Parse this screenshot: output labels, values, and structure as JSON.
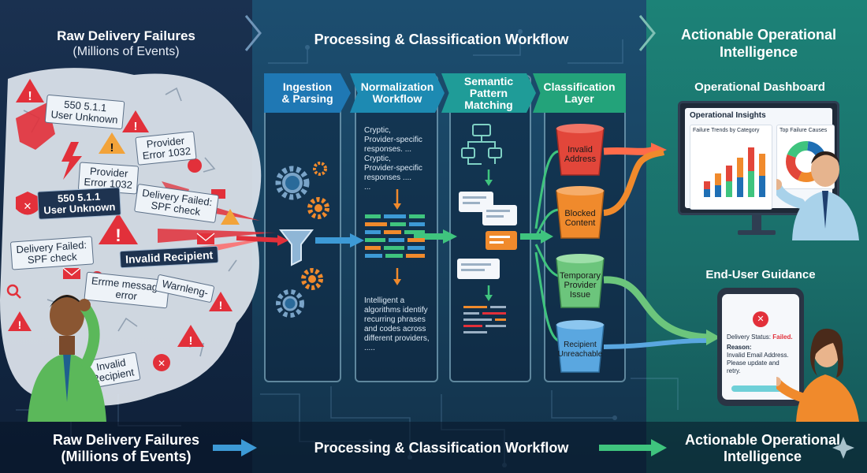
{
  "header": {
    "left_title": "Raw Delivery Failures",
    "left_subtitle": "(Millions of Events)",
    "mid_title": "Processing & Classification Workflow",
    "right_title_l1": "Actionable Operational",
    "right_title_l2": "Intelligence"
  },
  "stages": [
    {
      "label_l1": "Ingestion",
      "label_l2": "& Parsing"
    },
    {
      "label_l1": "Normalization",
      "label_l2": "Workflow"
    },
    {
      "label_l1": "Semantic",
      "label_l2": "Pattern",
      "label_l3": "Matching"
    },
    {
      "label_l1": "Classification",
      "label_l2": "Layer"
    }
  ],
  "error_messages": {
    "m1_l1": "550 5.1.1",
    "m1_l2": "User Unknown",
    "m2_l1": "Provider",
    "m2_l2": "Error 1032",
    "m3_l1": "Provider",
    "m3_l2": "Error 1032",
    "m4_l1": "550 5.1.1",
    "m4_l2": "User Unknown",
    "m5_l1": "Delivery Failed:",
    "m5_l2": "SPF check",
    "m6_l1": "Delivery Failed:",
    "m6_l2": "SPF check",
    "m7": "Invalid Recipient",
    "m8_l1": "Errme message",
    "m8_l2": "error",
    "m9": "Warnleng-",
    "m10_l1": "Invalid",
    "m10_l2": "Recipient"
  },
  "normalization_text": {
    "t1": "Cryptic,",
    "t2": "Provider-specific",
    "t3": "responses. ...",
    "t4": "Cryptic,",
    "t5": "Provider-specific",
    "t6": "responses ....",
    "t7": "...",
    "b1": "Intelligent a",
    "b2": "algorithms identify",
    "b3": "recurring phrases",
    "b4": "and codes across",
    "b5": "different providers,",
    "b6": "....."
  },
  "buckets": [
    {
      "l1": "Invalid",
      "l2": "Address",
      "color": "#e2463a"
    },
    {
      "l1": "Blocked",
      "l2": "Content",
      "color": "#f08a2c"
    },
    {
      "l1": "Temporary",
      "l2": "Provider",
      "l3": "Issue",
      "color": "#6cc57c"
    },
    {
      "l1": "Recipient",
      "l2": "Unreachable",
      "color": "#5aa7e0"
    }
  ],
  "dashboard": {
    "section_title": "Operational Dashboard",
    "screen_title": "Operational Insights",
    "chart1_title": "Failure Trends by Category",
    "chart2_title": "Top Failure Causes"
  },
  "guidance": {
    "section_title": "End-User Guidance",
    "status_label": "Delivery Status: ",
    "status_value": "Failed.",
    "reason_label": "Reason:",
    "reason_l1": "Invalid Email Address.",
    "reason_l2": "Please update and",
    "reason_l3": "retry."
  },
  "footer": {
    "left_l1": "Raw Delivery Failures",
    "left_l2": "(Millions of Events)",
    "mid": "Processing & Classification Workflow",
    "right_l1": "Actionable Operational",
    "right_l2": "Intelligence"
  },
  "colors": {
    "alert_red": "#e2303a",
    "warning_orange": "#f2a33a",
    "flow_blue": "#3d9ad6",
    "flow_green": "#3fc47e"
  }
}
